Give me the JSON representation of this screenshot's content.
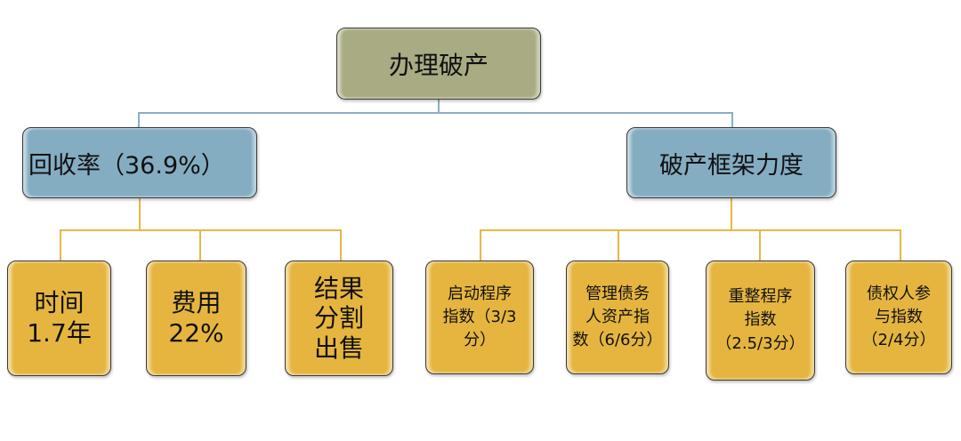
{
  "root": {
    "label": "办理破产"
  },
  "branches": [
    {
      "label": "回收率（36.9%）",
      "children": [
        {
          "lines": [
            "时间",
            "1.7年"
          ]
        },
        {
          "lines": [
            "费用",
            "22%"
          ]
        },
        {
          "lines": [
            "结果",
            "分割",
            "出售"
          ]
        }
      ]
    },
    {
      "label": "破产框架力度",
      "children": [
        {
          "lines": [
            "启动程序",
            "指数（3/3",
            "分）"
          ]
        },
        {
          "lines": [
            "管理债务",
            "人资产指",
            "数（6/6分）"
          ]
        },
        {
          "lines": [
            "重整程序",
            "指数",
            "（2.5/3分）"
          ]
        },
        {
          "lines": [
            "债权人参",
            "与指数",
            "（2/4分）"
          ]
        }
      ]
    }
  ],
  "colors": {
    "root": "#a9ab82",
    "level2": "#84adc2",
    "leaf": "#e5b53f"
  }
}
